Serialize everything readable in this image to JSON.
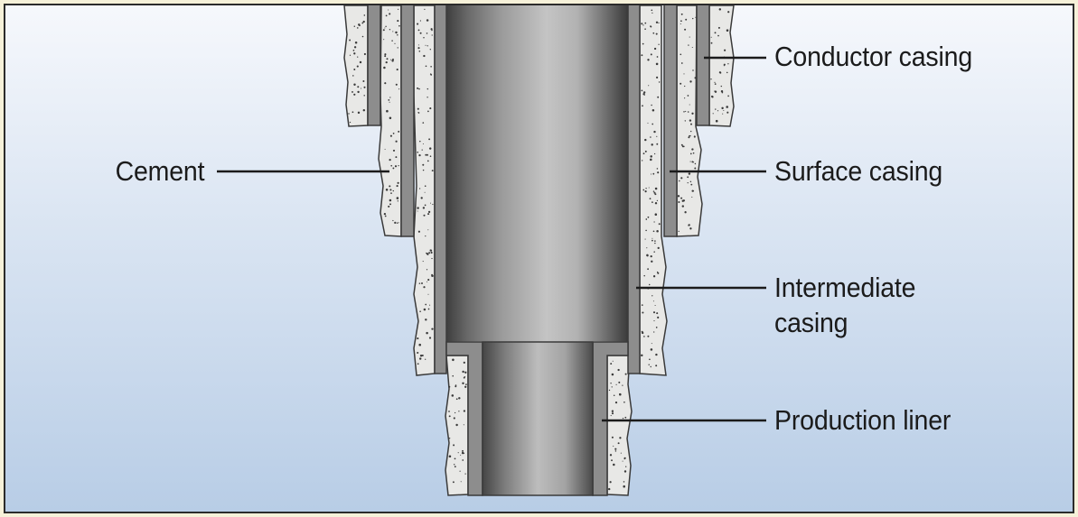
{
  "labels": {
    "conductor_casing": "Conductor casing",
    "surface_casing": "Surface casing",
    "intermediate_line1": "Intermediate",
    "intermediate_line2": "casing",
    "production_liner": "Production liner",
    "cement": "Cement"
  },
  "colors": {
    "cement_fill": "#e8e8e6",
    "cement_dots": "#3a3a3a",
    "steel": "#8d8d8d",
    "outline": "#3a3a3a",
    "background_top": "#f6f8fc",
    "background_bottom": "#b8cde6",
    "frame": "#f6f1d9"
  }
}
